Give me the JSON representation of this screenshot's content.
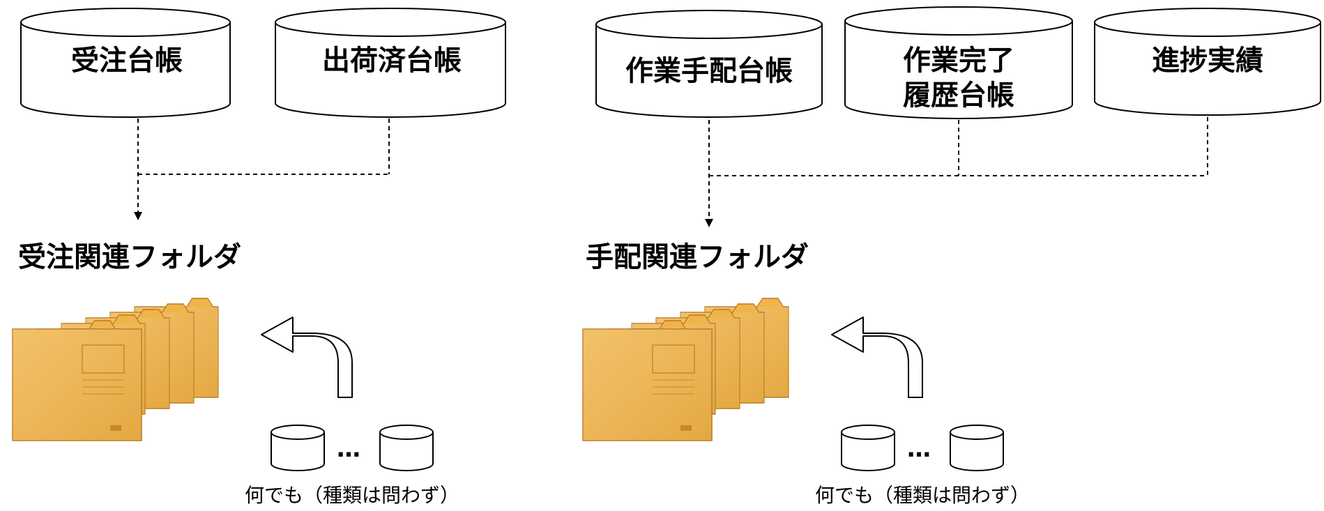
{
  "left_group": {
    "databases": [
      {
        "label_lines": [
          "受注台帳"
        ]
      },
      {
        "label_lines": [
          "出荷済台帳"
        ]
      }
    ],
    "folder_title": "受注関連フォルダ",
    "ellipsis": "…",
    "caption": "何でも（種類は問わず）"
  },
  "right_group": {
    "databases": [
      {
        "label_lines": [
          "作業手配台帳"
        ]
      },
      {
        "label_lines": [
          "作業完了",
          "履歴台帳"
        ]
      },
      {
        "label_lines": [
          "進捗実績"
        ]
      }
    ],
    "folder_title": "手配関連フォルダ",
    "ellipsis": "…",
    "caption": "何でも（種類は問わず）"
  },
  "colors": {
    "folder_fill": "#f0b44a",
    "folder_shade": "#d8932c",
    "folder_edge": "#b97a22",
    "line": "#000000"
  },
  "icons": {
    "database": "database-cylinder-icon",
    "folder": "folder-stack-icon",
    "arrow": "curved-return-arrow-icon"
  }
}
